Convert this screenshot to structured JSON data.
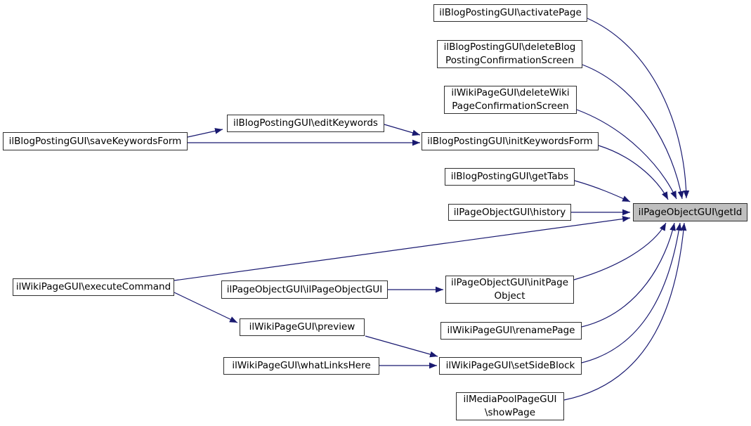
{
  "diagram": {
    "type": "doxygen-caller-graph",
    "focus_node": "ilPageObjectGUI\\getId",
    "colors": {
      "background": "#ffffff",
      "edge": "#191970",
      "node_fill": "#ffffff",
      "focus_fill": "#bfbfbf",
      "border": "#2f2f2f",
      "text": "#000000"
    },
    "nodes": [
      {
        "id": "activatePage",
        "label": "ilBlogPostingGUI\\activatePage"
      },
      {
        "id": "deleteBlogPostingConfirmationScreen",
        "label": "ilBlogPostingGUI\\deleteBlog\nPostingConfirmationScreen"
      },
      {
        "id": "deleteWikiPageConfirmationScreen",
        "label": "ilWikiPageGUI\\deleteWiki\nPageConfirmationScreen"
      },
      {
        "id": "editKeywords",
        "label": "ilBlogPostingGUI\\editKeywords"
      },
      {
        "id": "saveKeywordsForm",
        "label": "ilBlogPostingGUI\\saveKeywordsForm"
      },
      {
        "id": "initKeywordsForm",
        "label": "ilBlogPostingGUI\\initKeywordsForm"
      },
      {
        "id": "getTabs",
        "label": "ilBlogPostingGUI\\getTabs"
      },
      {
        "id": "history",
        "label": "ilPageObjectGUI\\history"
      },
      {
        "id": "getId",
        "label": "ilPageObjectGUI\\getId",
        "focus": true
      },
      {
        "id": "executeCommand",
        "label": "ilWikiPageGUI\\executeCommand"
      },
      {
        "id": "ilPageObjectGUI",
        "label": "ilPageObjectGUI\\ilPageObjectGUI"
      },
      {
        "id": "initPageObject",
        "label": "ilPageObjectGUI\\initPage\nObject"
      },
      {
        "id": "preview",
        "label": "ilWikiPageGUI\\preview"
      },
      {
        "id": "renamePage",
        "label": "ilWikiPageGUI\\renamePage"
      },
      {
        "id": "whatLinksHere",
        "label": "ilWikiPageGUI\\whatLinksHere"
      },
      {
        "id": "setSideBlock",
        "label": "ilWikiPageGUI\\setSideBlock"
      },
      {
        "id": "showPage",
        "label": "ilMediaPoolPageGUI\n\\showPage"
      }
    ],
    "edges": [
      {
        "from": "saveKeywordsForm",
        "to": "editKeywords"
      },
      {
        "from": "saveKeywordsForm",
        "to": "initKeywordsForm"
      },
      {
        "from": "editKeywords",
        "to": "initKeywordsForm"
      },
      {
        "from": "activatePage",
        "to": "getId"
      },
      {
        "from": "deleteBlogPostingConfirmationScreen",
        "to": "getId"
      },
      {
        "from": "deleteWikiPageConfirmationScreen",
        "to": "getId"
      },
      {
        "from": "initKeywordsForm",
        "to": "getId"
      },
      {
        "from": "getTabs",
        "to": "getId"
      },
      {
        "from": "history",
        "to": "getId"
      },
      {
        "from": "executeCommand",
        "to": "getId"
      },
      {
        "from": "executeCommand",
        "to": "preview"
      },
      {
        "from": "ilPageObjectGUI",
        "to": "initPageObject"
      },
      {
        "from": "initPageObject",
        "to": "getId"
      },
      {
        "from": "renamePage",
        "to": "getId"
      },
      {
        "from": "preview",
        "to": "setSideBlock"
      },
      {
        "from": "whatLinksHere",
        "to": "setSideBlock"
      },
      {
        "from": "setSideBlock",
        "to": "getId"
      },
      {
        "from": "showPage",
        "to": "getId"
      }
    ]
  }
}
